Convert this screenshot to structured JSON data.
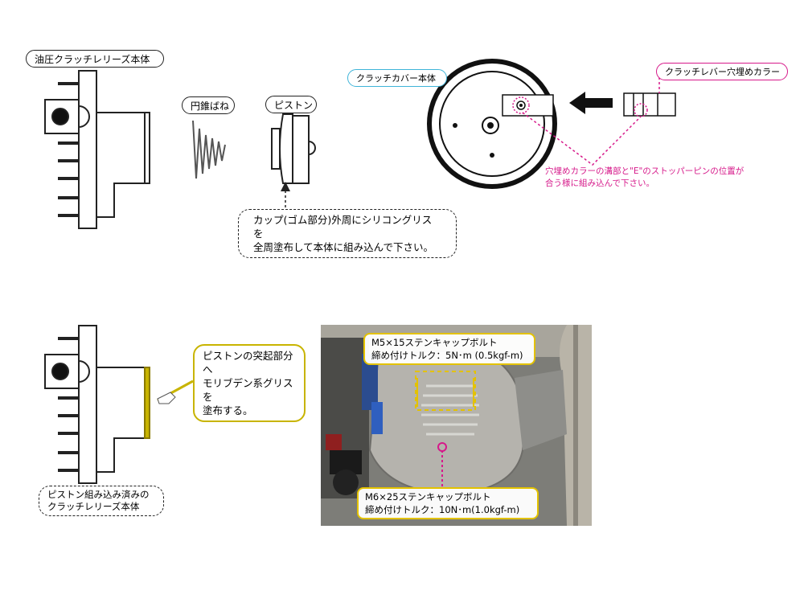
{
  "labels": {
    "release_body": "油圧クラッチレリーズ本体",
    "cone_spring": "円錐ばね",
    "piston": "ピストン",
    "cover_body": "クラッチカバー本体",
    "lever_collar": "クラッチレバー穴埋めカラー",
    "assembled_release": [
      "ピストン組み込み済みの",
      "クラッチレリーズ本体"
    ]
  },
  "notes": {
    "grease_cup": [
      "カップ(ゴム部分)外周にシリコングリスを",
      "全周塗布して本体に組み込んで下さい。"
    ],
    "collar_align": [
      "穴埋めカラーの溝部と\"E\"のストッパーピンの位置が",
      "合う様に組み込んで下さい。"
    ],
    "moly_grease": [
      "ピストンの突起部分へ",
      "モリブデン系グリスを",
      "塗布する。"
    ]
  },
  "bolts": {
    "m5": {
      "name": "M5×15ステンキャップボルト",
      "torque": "締め付けトルク：5N･m (0.5kgf-m)"
    },
    "m6": {
      "name": "M6×25ステンキャップボルト",
      "torque": "締め付けトルク：10N･m(1.0kgf-m)"
    }
  },
  "colors": {
    "magenta": "#d6198a",
    "yellow": "#e3c200",
    "cyan_border": "#3fb4d8",
    "grease_yellow": "#c8b400"
  },
  "icons": [
    "arrow-left-icon",
    "pointing-hand-icon"
  ]
}
